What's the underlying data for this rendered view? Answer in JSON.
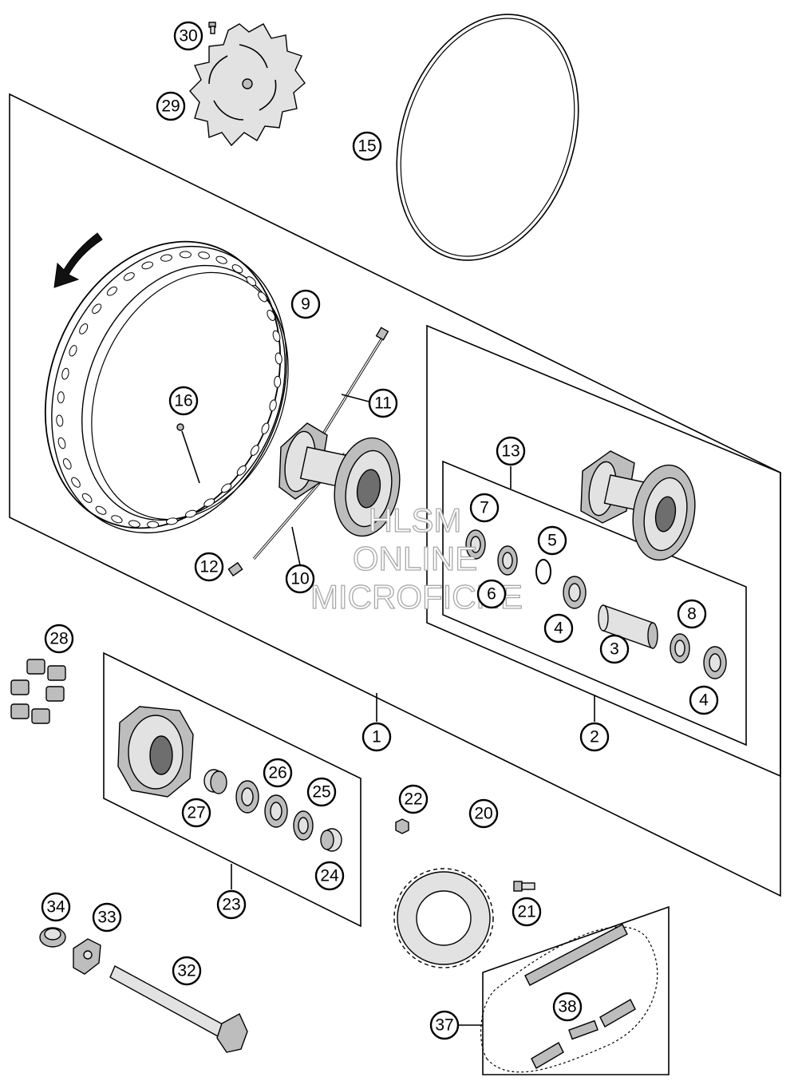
{
  "watermark": {
    "line1": "HLSM",
    "line2": "ONLINE",
    "line3": "MICROFICHE"
  },
  "callouts": {
    "c1": "1",
    "c2": "2",
    "c3": "3",
    "c4a": "4",
    "c4b": "4",
    "c5": "5",
    "c6": "6",
    "c7": "7",
    "c8": "8",
    "c9": "9",
    "c10": "10",
    "c11": "11",
    "c12": "12",
    "c13": "13",
    "c15": "15",
    "c16": "16",
    "c20": "20",
    "c21": "21",
    "c22": "22",
    "c23": "23",
    "c24": "24",
    "c25": "25",
    "c26": "26",
    "c27": "27",
    "c28": "28",
    "c29": "29",
    "c30": "30",
    "c32": "32",
    "c33": "33",
    "c34": "34",
    "c37": "37",
    "c38": "38"
  }
}
